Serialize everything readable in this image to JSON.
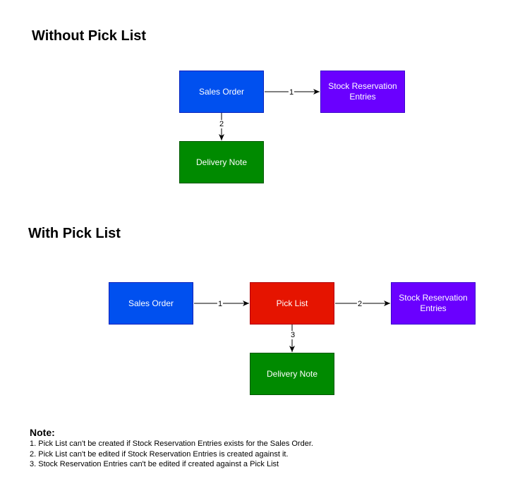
{
  "without": {
    "heading": "Without Pick List",
    "sales_order": "Sales Order",
    "stock_reservation": "Stock Reservation Entries",
    "delivery_note": "Delivery Note",
    "edge_so_sre": "1",
    "edge_so_dn": "2"
  },
  "with": {
    "heading": "With Pick List",
    "sales_order": "Sales Order",
    "pick_list": "Pick List",
    "stock_reservation": "Stock Reservation Entries",
    "delivery_note": "Delivery Note",
    "edge_so_pl": "1",
    "edge_pl_sre": "2",
    "edge_pl_dn": "3"
  },
  "note": {
    "title": "Note:",
    "lines": [
      "1. Pick List can't be created if Stock Reservation Entries exists for the Sales Order.",
      "2. Pick List can't be edited if Stock Reservation Entries is created against it.",
      "3. Stock Reservation Entries can't be edited if created against a Pick List"
    ]
  },
  "colors": {
    "sales_order": "#0050ef",
    "stock_reservation": "#6a00ff",
    "delivery_note": "#008a00",
    "pick_list": "#e51400",
    "sales_order_border": "#001dbc",
    "stock_reservation_border": "#3700cc",
    "delivery_note_border": "#005700",
    "pick_list_border": "#b20000"
  }
}
